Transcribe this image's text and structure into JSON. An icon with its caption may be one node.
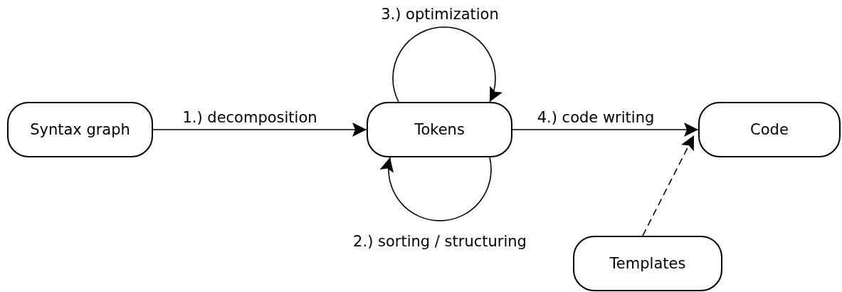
{
  "diagram": {
    "nodes": [
      {
        "text": [
          "Syntax graph"
        ]
      },
      {
        "text": [
          "Tokens"
        ]
      },
      {
        "text": [
          "Code"
        ]
      },
      {
        "text": [
          "Templates"
        ]
      }
    ],
    "edges": [
      {
        "from": 0,
        "to": 1,
        "arrow": "to",
        "label": "1.) decomposition"
      },
      {
        "from": 1,
        "to": 1,
        "arrow": "to",
        "label": "3.) optimization"
      },
      {
        "from": 1,
        "to": 1,
        "arrow": "to",
        "label": "2.) sorting / structuring"
      },
      {
        "from": 1,
        "to": 2,
        "arrow": "to",
        "label": "4.) code writing"
      },
      {
        "from": 3,
        "to": 2,
        "arrow": "to",
        "style": "dashed"
      }
    ]
  }
}
